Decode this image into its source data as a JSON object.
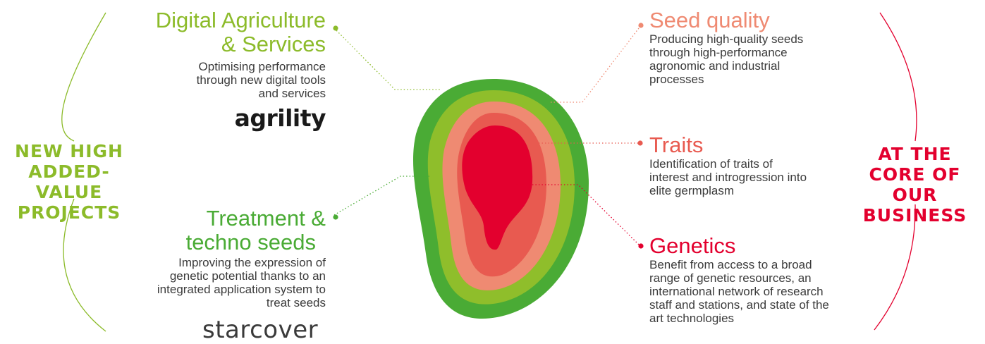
{
  "colors": {
    "green": "#8cbb2a",
    "dark_green": "#4aab35",
    "salmon": "#ef8a72",
    "coral": "#e85a50",
    "red": "#e3002e",
    "seed_outer": "#4aab35",
    "seed_ring2": "#8fbe2b",
    "seed_ring3": "#ef8a72",
    "seed_ring4": "#e85a50",
    "seed_core": "#e3002e"
  },
  "left_banner": {
    "line1": "NEW HIGH",
    "line2": "ADDED-VALUE",
    "line3": "PROJECTS"
  },
  "right_banner": {
    "line1": "AT THE",
    "line2": "CORE OF",
    "line3": "OUR BUSINESS"
  },
  "digital_agriculture": {
    "title_line1": "Digital Agriculture",
    "title_line2": "& Services",
    "desc_line1": "Optimising performance",
    "desc_line2": "through new digital tools",
    "desc_line3": "and services",
    "logo_text": "agrility"
  },
  "treatment": {
    "title_line1": "Treatment &",
    "title_line2": "techno seeds",
    "desc_line1": "Improving the expression of",
    "desc_line2": "genetic potential thanks to an",
    "desc_line3": "integrated application system to",
    "desc_line4": "treat seeds",
    "logo_text": "starcover"
  },
  "seed_quality": {
    "title": "Seed quality",
    "desc_line1": "Producing high-quality seeds",
    "desc_line2": "through high-performance",
    "desc_line3": "agronomic and industrial",
    "desc_line4": "processes"
  },
  "traits": {
    "title": "Traits",
    "desc_line1": "Identification of traits of",
    "desc_line2": "interest and introgression into",
    "desc_line3": "elite germplasm"
  },
  "genetics": {
    "title": "Genetics",
    "desc_line1": "Benefit from access to a broad",
    "desc_line2": "range of genetic resources, an",
    "desc_line3": "international network of research",
    "desc_line4": "staff and stations, and state of the",
    "desc_line5": "art technologies"
  }
}
